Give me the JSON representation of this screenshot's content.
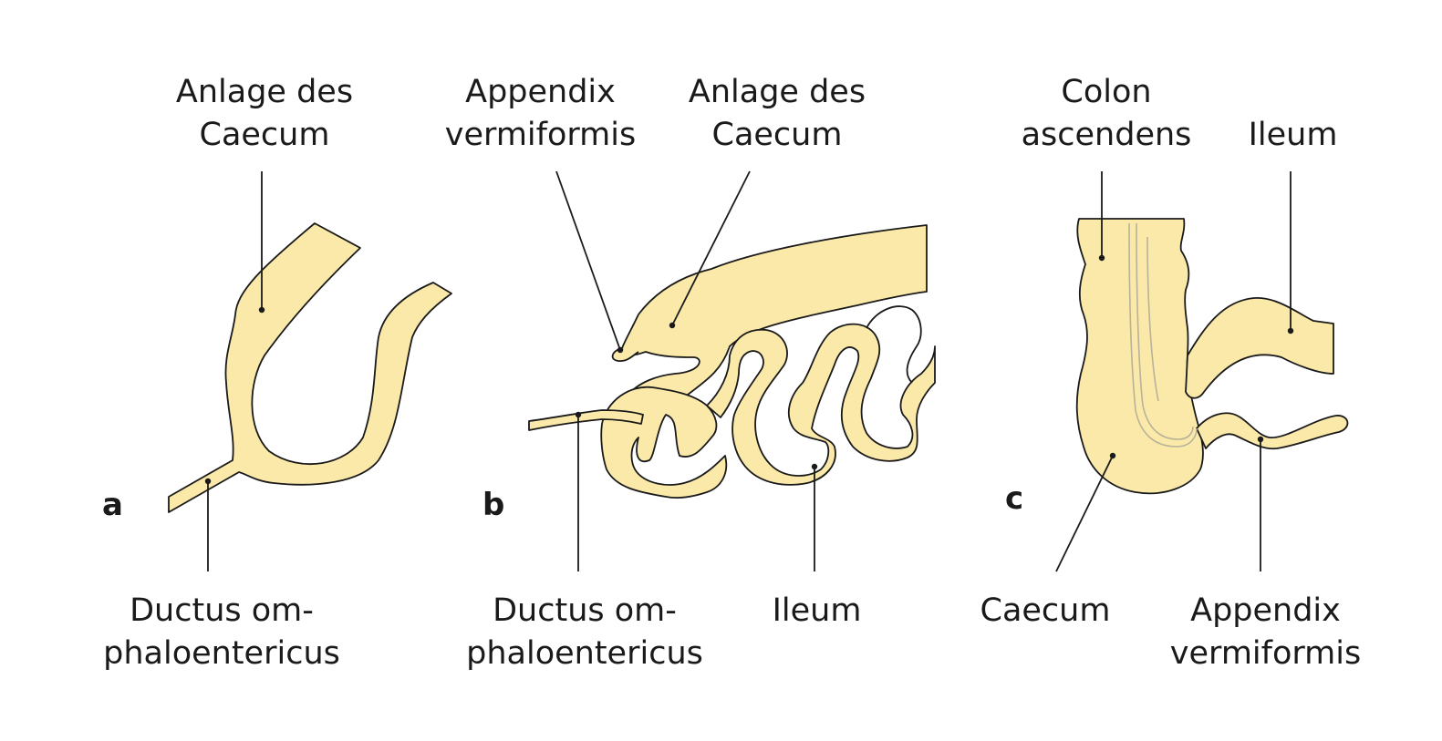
{
  "panels": [
    {
      "id": "a",
      "letter": "a",
      "labels": [
        {
          "lines": [
            "Anlage des",
            "Caecum"
          ]
        },
        {
          "lines": [
            "Ductus om-",
            "phaloentericus"
          ]
        }
      ]
    },
    {
      "id": "b",
      "letter": "b",
      "labels": [
        {
          "lines": [
            "Appendix",
            "vermiformis"
          ]
        },
        {
          "lines": [
            "Anlage des",
            "Caecum"
          ]
        },
        {
          "lines": [
            "Ductus om-",
            "phaloentericus"
          ]
        },
        {
          "lines": [
            "Ileum"
          ]
        }
      ]
    },
    {
      "id": "c",
      "letter": "c",
      "labels": [
        {
          "lines": [
            "Colon",
            "ascendens"
          ]
        },
        {
          "lines": [
            "Ileum"
          ]
        },
        {
          "lines": [
            "Caecum"
          ]
        },
        {
          "lines": [
            "Appendix",
            "vermiformis"
          ]
        }
      ]
    }
  ],
  "colors": {
    "tissue": "#fbe9a9",
    "outline": "#1a1a1a",
    "fold": "#b9b29a",
    "background": "#ffffff"
  }
}
